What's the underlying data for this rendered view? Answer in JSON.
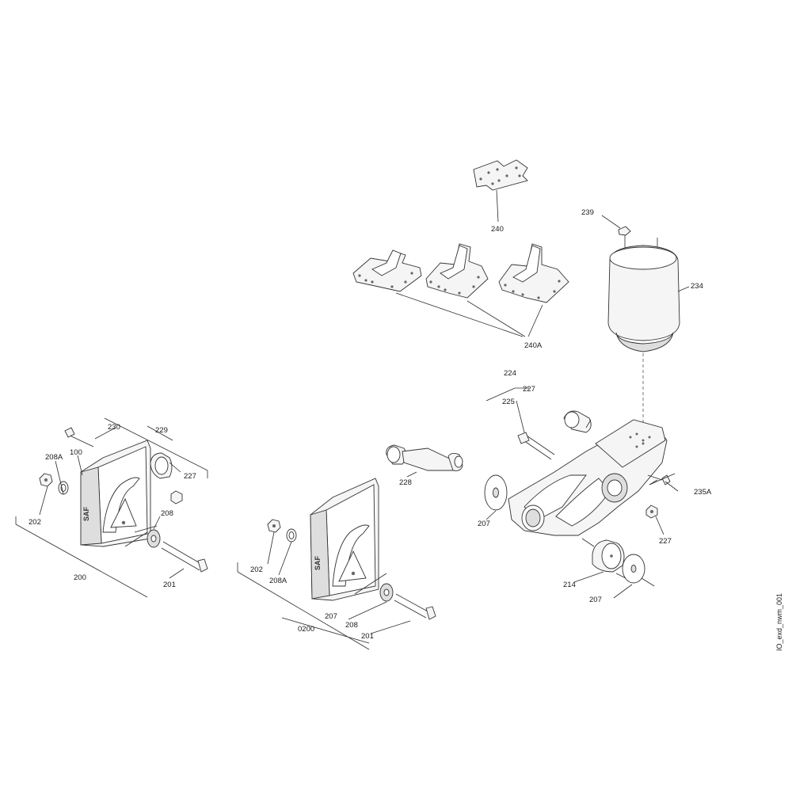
{
  "drawing_code": "IO_exd_nwm_001",
  "labels": {
    "l240": "240",
    "l239": "239",
    "l234": "234",
    "l240A": "240A",
    "l224": "224",
    "l227_top": "227",
    "l225": "225",
    "l235A": "235A",
    "l227_right": "227",
    "l207_mid": "207",
    "l214": "214",
    "l207_right": "207",
    "l228": "228",
    "l230": "230",
    "l229": "229",
    "l208A_left": "208A",
    "l100": "100",
    "l227_left": "227",
    "l202_left": "202",
    "l208_left": "208",
    "l200": "200",
    "l201_left": "201",
    "l202_mid": "202",
    "l208A_mid": "208A",
    "l207_low": "207",
    "l0200": "0200",
    "l208_mid": "208",
    "l201_mid": "201"
  },
  "bracket_logo": "SAF"
}
